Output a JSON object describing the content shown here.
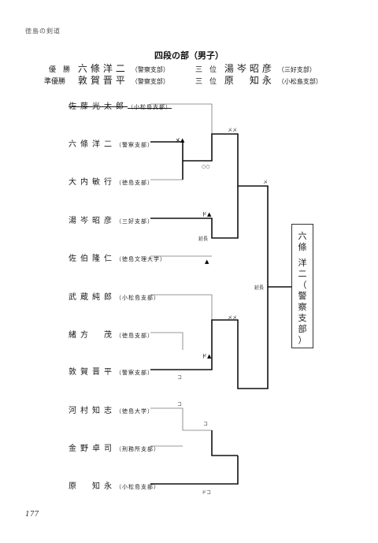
{
  "header": "徳島の剣道",
  "title": "四段の部（男子）",
  "results": {
    "winner_label": "優　勝",
    "winner_name": "六條洋二",
    "winner_branch": "（警察支部）",
    "third_label_1": "三　位",
    "third_name_1": "湯岑昭彦",
    "third_branch_1": "（三好支部）",
    "runnerup_label": "準優勝",
    "runnerup_name": "敦賀晋平",
    "runnerup_branch": "（警察支部）",
    "third_label_2": "三　位",
    "third_name_2": "原　知永",
    "third_branch_2": "（小松島支部）"
  },
  "players": [
    {
      "name": "佐藤光太郎",
      "branch": "（小松島支部）"
    },
    {
      "name": "六條洋二",
      "branch": "（警察支部）"
    },
    {
      "name": "大内敏行",
      "branch": "（徳島支部）"
    },
    {
      "name": "湯岑昭彦",
      "branch": "（三好支部）"
    },
    {
      "name": "佐伯隆仁",
      "branch": "（徳島文理大学）"
    },
    {
      "name": "武蔵純郎",
      "branch": "（小松島支部）"
    },
    {
      "name": "緒方　茂",
      "branch": "（徳島支部）"
    },
    {
      "name": "敦賀晋平",
      "branch": "（警察支部）"
    },
    {
      "name": "河村知志",
      "branch": "（徳島大学）"
    },
    {
      "name": "金野卓司",
      "branch": "（刑務所支部）"
    },
    {
      "name": "原　知永",
      "branch": "（小松島支部）"
    }
  ],
  "marks": {
    "m1": "メメ",
    "m2": "メ",
    "m3": "メ▲",
    "m4": "○○",
    "m5": "ド▲",
    "m6": "延長",
    "m7": "▲",
    "m8": "延長",
    "m9": "メメ",
    "m10": "ド▲",
    "m11": "コ",
    "m12": "コ",
    "m13": "コ",
    "m14": "ドコ"
  },
  "winner_box": [
    "六",
    "條",
    "",
    "洋",
    "二",
    "（",
    "警",
    "察",
    "支",
    "部",
    "）"
  ],
  "page_number": "177"
}
